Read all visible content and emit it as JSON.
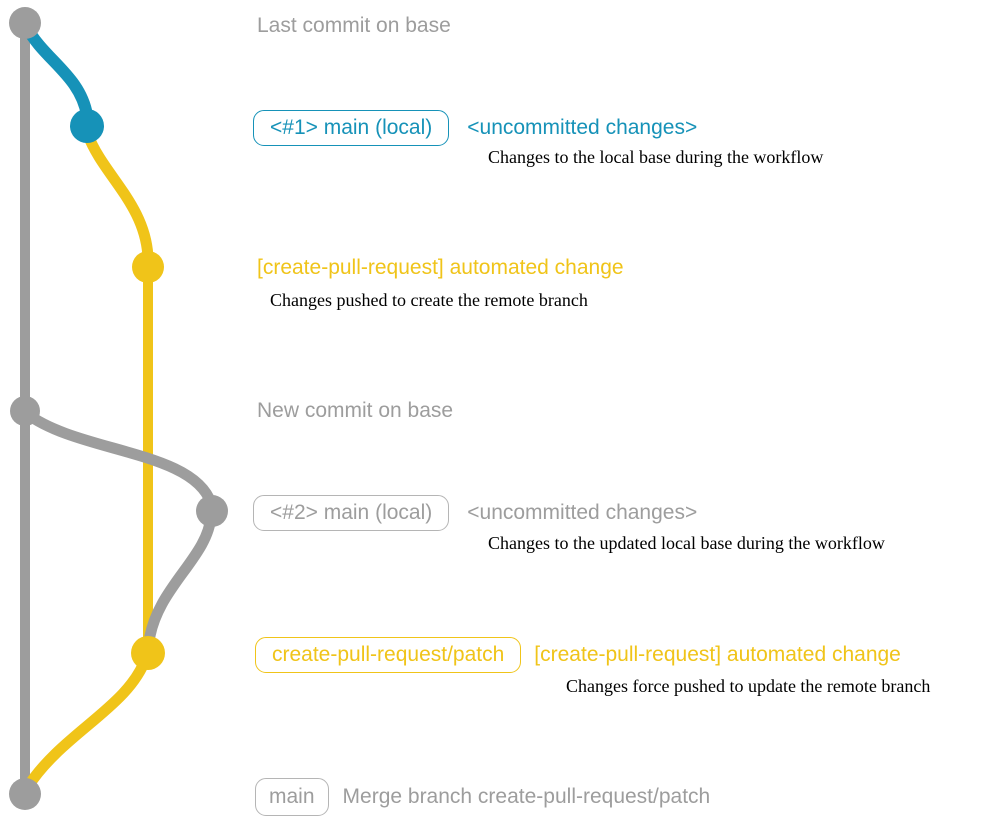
{
  "colors": {
    "teal": "#1692b8",
    "yellow": "#f0c419",
    "gray": "#9d9d9d",
    "gray-border": "#b5b5b5",
    "note-text": "#000000"
  },
  "labels": {
    "last_commit": "Last commit on base",
    "badge_main_local_1": "<#1> main (local)",
    "uncommitted_1": "<uncommitted changes>",
    "note_local_base": "Changes to the local base during the workflow",
    "automated_change_1": "[create-pull-request] automated change",
    "note_pushed_create": "Changes pushed to create the remote branch",
    "new_commit": "New commit on base",
    "badge_main_local_2": "<#2> main (local)",
    "uncommitted_2": "<uncommitted changes>",
    "note_updated_local_base": "Changes to the updated local base during the workflow",
    "badge_patch_branch": "create-pull-request/patch",
    "automated_change_2": "[create-pull-request] automated change",
    "note_force_pushed": "Changes force pushed to update the remote branch",
    "badge_main": "main",
    "merge_message": "Merge branch create-pull-request/patch"
  },
  "graph": {
    "branches": [
      {
        "name": "base",
        "color": "gray"
      },
      {
        "name": "main-local",
        "color": "teal"
      },
      {
        "name": "create-pull-request/patch",
        "color": "yellow"
      }
    ],
    "commits": [
      {
        "id": "last-commit-on-base",
        "branch": "base",
        "color": "gray"
      },
      {
        "id": "uncommitted-changes-1",
        "branch": "main-local",
        "color": "teal"
      },
      {
        "id": "automated-change-1",
        "branch": "create-pull-request/patch",
        "color": "yellow"
      },
      {
        "id": "new-commit-on-base",
        "branch": "base",
        "color": "gray"
      },
      {
        "id": "uncommitted-changes-2",
        "branch": "main-local",
        "color": "gray"
      },
      {
        "id": "automated-change-2",
        "branch": "create-pull-request/patch",
        "color": "yellow"
      },
      {
        "id": "merge-commit",
        "branch": "base",
        "color": "gray"
      }
    ]
  }
}
